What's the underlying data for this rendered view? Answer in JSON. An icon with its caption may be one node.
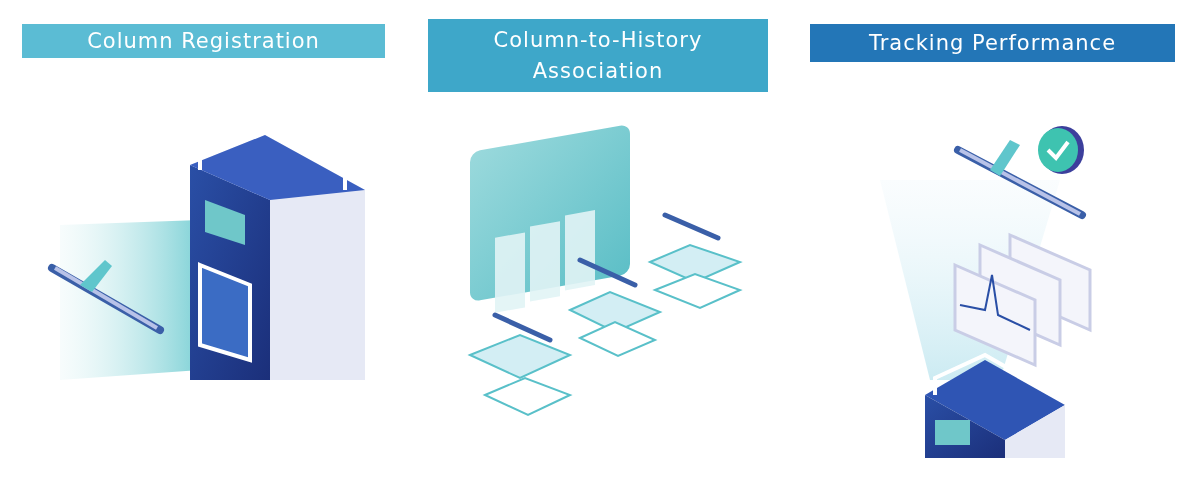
{
  "diagram": {
    "nodes": [
      {
        "text": [
          "Column Registration"
        ]
      },
      {
        "text": [
          "Column-to-History Association"
        ]
      },
      {
        "text": [
          "Tracking Performance"
        ]
      }
    ]
  }
}
